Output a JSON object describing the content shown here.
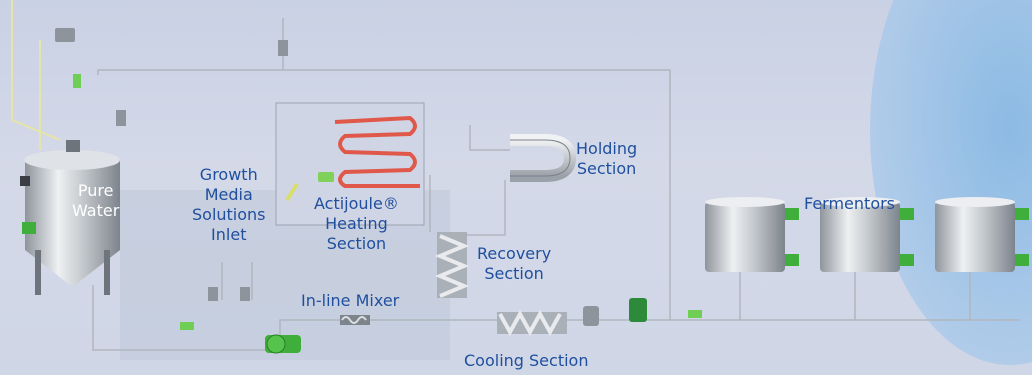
{
  "labels": {
    "pure_water_line1": "Pure",
    "pure_water_line2": "Water",
    "growth_media_line1": "Growth",
    "growth_media_line2": "Media",
    "growth_media_line3": "Solutions",
    "growth_media_line4": "Inlet",
    "heating_line1": "Actijoule®",
    "heating_line2": "Heating",
    "heating_line3": "Section",
    "holding_line1": "Holding",
    "holding_line2": "Section",
    "fermentors": "Fermentors",
    "recovery_line1": "Recovery",
    "recovery_line2": "Section",
    "inline_mixer": "In-line Mixer",
    "cooling_section": "Cooling Section"
  },
  "colors": {
    "label_text": "#1f4f9e",
    "heating_coil": "#e0584a",
    "valve_green": "#3fae3a",
    "pipe": "#9aa0a8"
  },
  "icons": [
    "pure-water-tank-icon",
    "fermentor-tank-icon",
    "heating-coil-icon",
    "holding-tube-icon",
    "heat-exchanger-icon",
    "inline-mixer-icon",
    "pump-icon",
    "valve-icon",
    "sensor-icon"
  ]
}
